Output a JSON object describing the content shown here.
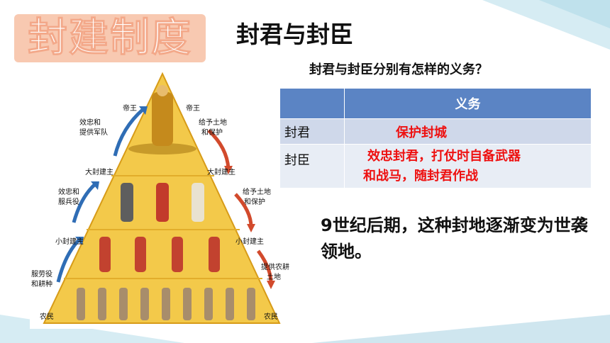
{
  "title_big": "封建制度",
  "subtitle": "封君与封臣",
  "question": "封君与封臣分别有怎样的义务？",
  "table": {
    "header": [
      "",
      "义务"
    ],
    "rows": [
      {
        "role": "封君",
        "duty": "保护封城"
      },
      {
        "role": "封臣",
        "duty_line1": "效忠封君，打仗时自备武器",
        "duty_line2": "和战马，随封君作战"
      }
    ]
  },
  "conclusion": "9世纪后期，这种封地逐渐变为世袭领地。",
  "pyramid": {
    "levels": {
      "top": "帝王",
      "upper": "大封建主",
      "middle": "小封建主",
      "bottom": "农民"
    },
    "left_duties": {
      "upper": "效忠和提供军队",
      "middle": "效忠和服兵役",
      "bottom": "服劳役和耕种"
    },
    "right_duties": {
      "upper": "给予土地和保护",
      "middle": "给予土地和保护",
      "bottom": "提供农耕土地"
    },
    "labels": {
      "king_left": "帝王",
      "king_right": "帝王",
      "great_left": "大封建主",
      "great_right": "大封建主",
      "lesser_left": "小封建主",
      "lesser_right": "小封建主",
      "peasant_left": "农民",
      "peasant_right": "农民",
      "duty_l1a": "效忠和",
      "duty_l1b": "提供军队",
      "duty_l2a": "效忠和",
      "duty_l2b": "服兵役",
      "duty_l3a": "服劳役",
      "duty_l3b": "和耕种",
      "duty_r1a": "给予土地",
      "duty_r1b": "和保护",
      "duty_r2a": "给予土地",
      "duty_r2b": "和保护",
      "duty_r3a": "提供农耕",
      "duty_r3b": "土地"
    }
  },
  "colors": {
    "table_header": "#5b84c4",
    "highlight": "#ee1111",
    "title_bg": "#f8c9b1",
    "pyramid": "#f3c94a",
    "arrow_left": "#2f6db5",
    "arrow_right": "#d24a2c"
  }
}
